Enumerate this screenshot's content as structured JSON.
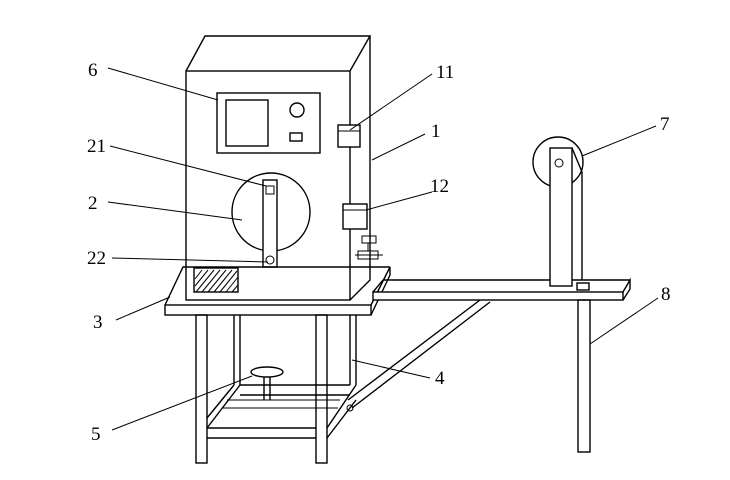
{
  "labels": {
    "l1": "1",
    "l2": "2",
    "l3": "3",
    "l4": "4",
    "l5": "5",
    "l6": "6",
    "l7": "7",
    "l8": "8",
    "l11": "11",
    "l12": "12",
    "l21": "21",
    "l22": "22"
  }
}
